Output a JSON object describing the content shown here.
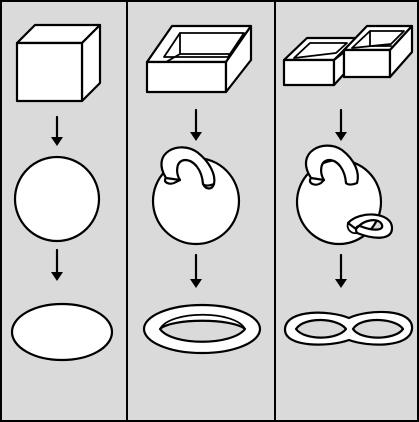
{
  "diagram": {
    "columns": [
      {
        "id": "genus-0",
        "steps": [
          "cube",
          "sphere",
          "disk"
        ]
      },
      {
        "id": "genus-1",
        "steps": [
          "open-box",
          "sphere-with-one-handle",
          "single-ring"
        ]
      },
      {
        "id": "genus-2",
        "steps": [
          "double-open-box",
          "sphere-with-two-handles",
          "double-ring"
        ]
      }
    ],
    "colors": {
      "background": "#dadada",
      "shape_fill": "#ffffff",
      "stroke": "#000000"
    }
  }
}
